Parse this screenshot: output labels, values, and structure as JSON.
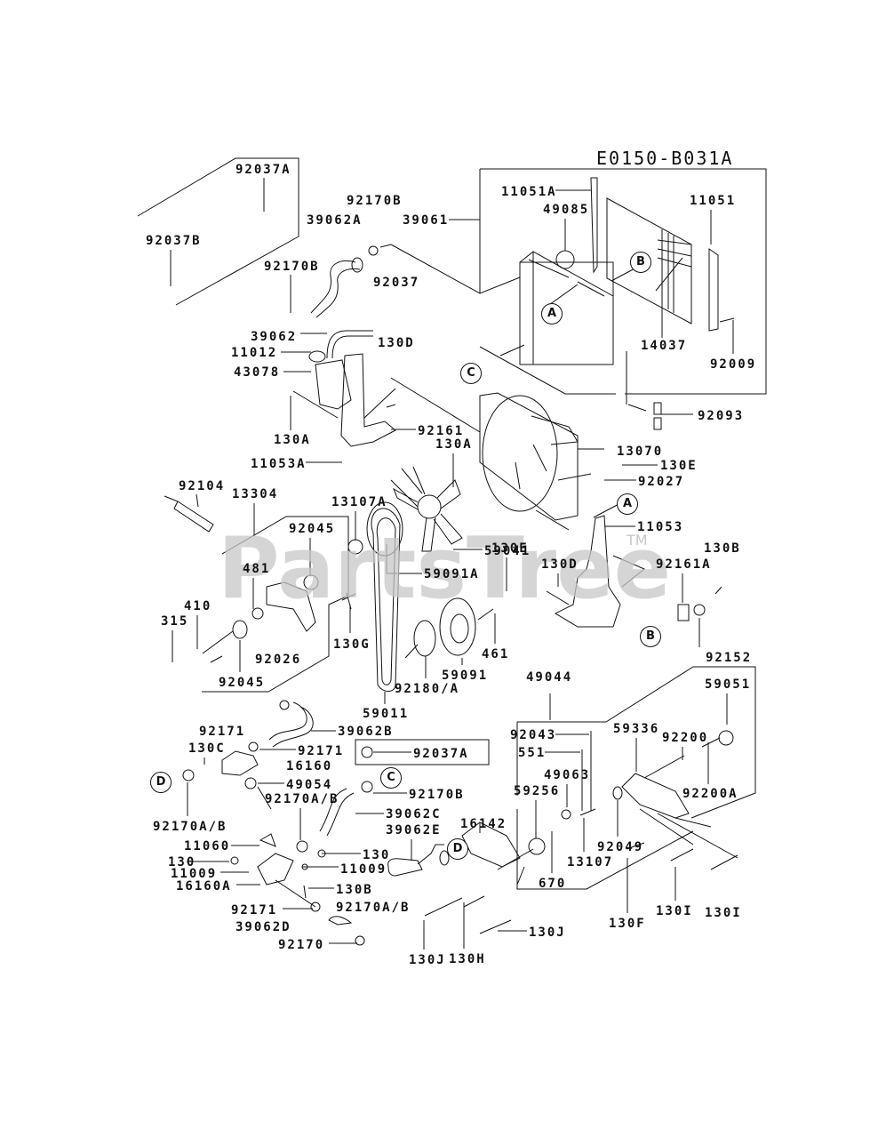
{
  "diagram": {
    "code": "E0150-B031A",
    "watermark": "PartsTree",
    "watermark_tm": "TM",
    "reference_markers": [
      "A",
      "B",
      "C",
      "D"
    ],
    "parts": [
      {
        "id": "p1",
        "label": "92037A"
      },
      {
        "id": "p2",
        "label": "92037B"
      },
      {
        "id": "p3",
        "label": "92170B"
      },
      {
        "id": "p4",
        "label": "39062A"
      },
      {
        "id": "p5",
        "label": "39061"
      },
      {
        "id": "p6",
        "label": "92170B"
      },
      {
        "id": "p7",
        "label": "92037"
      },
      {
        "id": "p8",
        "label": "11051A"
      },
      {
        "id": "p9",
        "label": "49085"
      },
      {
        "id": "p10",
        "label": "11051"
      },
      {
        "id": "p11",
        "label": "14037"
      },
      {
        "id": "p12",
        "label": "92009"
      },
      {
        "id": "p13",
        "label": "39062"
      },
      {
        "id": "p14",
        "label": "130D"
      },
      {
        "id": "p15",
        "label": "11012"
      },
      {
        "id": "p16",
        "label": "43078"
      },
      {
        "id": "p17",
        "label": "130A"
      },
      {
        "id": "p18",
        "label": "92161"
      },
      {
        "id": "p19",
        "label": "130A"
      },
      {
        "id": "p20",
        "label": "11053A"
      },
      {
        "id": "p21",
        "label": "92093"
      },
      {
        "id": "p22",
        "label": "13070"
      },
      {
        "id": "p23",
        "label": "130E"
      },
      {
        "id": "p24",
        "label": "92027"
      },
      {
        "id": "p25",
        "label": "11053"
      },
      {
        "id": "p26",
        "label": "92104"
      },
      {
        "id": "p27",
        "label": "13304"
      },
      {
        "id": "p28",
        "label": "13107A"
      },
      {
        "id": "p29",
        "label": "59041"
      },
      {
        "id": "p30",
        "label": "92045"
      },
      {
        "id": "p31",
        "label": "481"
      },
      {
        "id": "p32",
        "label": "59091A"
      },
      {
        "id": "p33",
        "label": "130E"
      },
      {
        "id": "p34",
        "label": "130D"
      },
      {
        "id": "p35",
        "label": "130B"
      },
      {
        "id": "p36",
        "label": "92161A"
      },
      {
        "id": "p37",
        "label": "410"
      },
      {
        "id": "p38",
        "label": "315"
      },
      {
        "id": "p39",
        "label": "130G"
      },
      {
        "id": "p40",
        "label": "92026"
      },
      {
        "id": "p41",
        "label": "92045"
      },
      {
        "id": "p42",
        "label": "461"
      },
      {
        "id": "p43",
        "label": "59091"
      },
      {
        "id": "p44",
        "label": "92180/A"
      },
      {
        "id": "p45",
        "label": "92152"
      },
      {
        "id": "p46",
        "label": "59011"
      },
      {
        "id": "p47",
        "label": "49044"
      },
      {
        "id": "p48",
        "label": "59051"
      },
      {
        "id": "p49",
        "label": "92171"
      },
      {
        "id": "p50",
        "label": "130C"
      },
      {
        "id": "p51",
        "label": "39062B"
      },
      {
        "id": "p52",
        "label": "92171"
      },
      {
        "id": "p53",
        "label": "16160"
      },
      {
        "id": "p54",
        "label": "92037A"
      },
      {
        "id": "p55",
        "label": "92043"
      },
      {
        "id": "p56",
        "label": "59336"
      },
      {
        "id": "p57",
        "label": "92200"
      },
      {
        "id": "p58",
        "label": "551"
      },
      {
        "id": "p59",
        "label": "49063"
      },
      {
        "id": "p60",
        "label": "49054"
      },
      {
        "id": "p61",
        "label": "92170B"
      },
      {
        "id": "p62",
        "label": "92170A/B"
      },
      {
        "id": "p63",
        "label": "59256"
      },
      {
        "id": "p64",
        "label": "92200A"
      },
      {
        "id": "p65",
        "label": "39062C"
      },
      {
        "id": "p66",
        "label": "16142"
      },
      {
        "id": "p67",
        "label": "39062E"
      },
      {
        "id": "p68",
        "label": "92170A/B"
      },
      {
        "id": "p69",
        "label": "92049"
      },
      {
        "id": "p70",
        "label": "13107"
      },
      {
        "id": "p71",
        "label": "11060"
      },
      {
        "id": "p72",
        "label": "130"
      },
      {
        "id": "p73",
        "label": "130"
      },
      {
        "id": "p74",
        "label": "670"
      },
      {
        "id": "p75",
        "label": "11009"
      },
      {
        "id": "p76",
        "label": "11009"
      },
      {
        "id": "p77",
        "label": "16160A"
      },
      {
        "id": "p78",
        "label": "130B"
      },
      {
        "id": "p79",
        "label": "92170A/B"
      },
      {
        "id": "p80",
        "label": "92171"
      },
      {
        "id": "p81",
        "label": "39062D"
      },
      {
        "id": "p82",
        "label": "130J"
      },
      {
        "id": "p83",
        "label": "130I"
      },
      {
        "id": "p84",
        "label": "130I"
      },
      {
        "id": "p85",
        "label": "130F"
      },
      {
        "id": "p86",
        "label": "92170"
      },
      {
        "id": "p87",
        "label": "130J"
      },
      {
        "id": "p88",
        "label": "130H"
      }
    ]
  }
}
